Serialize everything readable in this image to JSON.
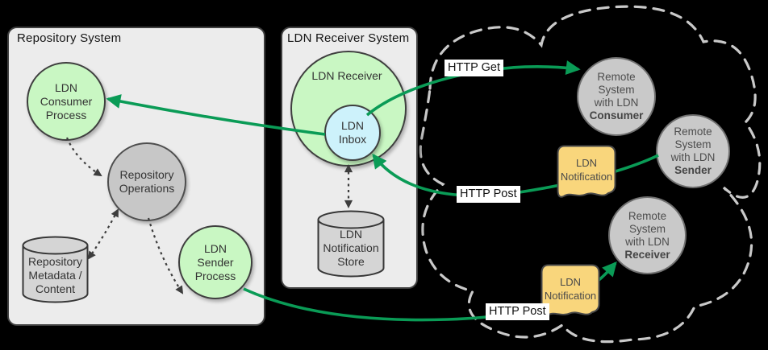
{
  "colors": {
    "background": "#000000",
    "system_box_fill": "#ECECEC",
    "process_green": "#C9F7C3",
    "inbox_blue": "#CDF2FB",
    "neutral_gray": "#C7C7C7",
    "notification_yellow": "#F9D67C",
    "arrow_green": "#0A9B56",
    "cloud_dash_gray": "#C9C9C9"
  },
  "repository_system": {
    "title": "Repository System",
    "consumer_process": {
      "lines": [
        "LDN",
        "Consumer",
        "Process"
      ]
    },
    "operations": {
      "lines": [
        "Repository",
        "Operations"
      ]
    },
    "metadata_store": {
      "lines": [
        "Repository",
        "Metadata /",
        "Content"
      ]
    },
    "sender_process": {
      "lines": [
        "LDN",
        "Sender",
        "Process"
      ]
    }
  },
  "receiver_system": {
    "title": "LDN Receiver System",
    "receiver_label": "LDN Receiver",
    "inbox": {
      "lines": [
        "LDN",
        "Inbox"
      ]
    },
    "notification_store": {
      "lines": [
        "LDN",
        "Notification",
        "Store"
      ]
    }
  },
  "cloud": {
    "remote_consumer": {
      "lines": [
        "Remote",
        "System",
        "with LDN"
      ],
      "role": "Consumer"
    },
    "remote_sender": {
      "lines": [
        "Remote",
        "System",
        "with LDN"
      ],
      "role": "Sender"
    },
    "remote_receiver": {
      "lines": [
        "Remote",
        "System",
        "with LDN"
      ],
      "role": "Receiver"
    },
    "notification_1": {
      "lines": [
        "LDN",
        "Notification"
      ]
    },
    "notification_2": {
      "lines": [
        "LDN",
        "Notification"
      ]
    }
  },
  "arrows": {
    "http_get_label": "HTTP Get",
    "http_post_label_1": "HTTP Post",
    "http_post_label_2": "HTTP Post"
  }
}
